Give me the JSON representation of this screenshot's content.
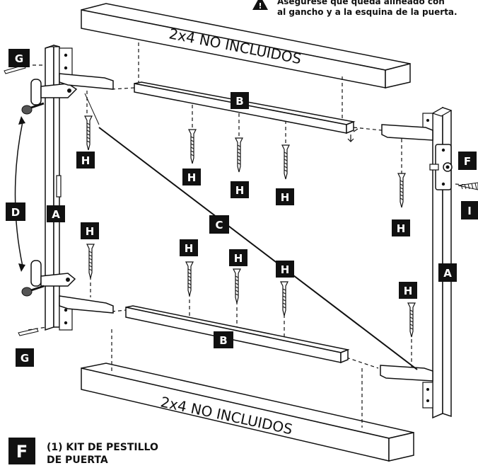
{
  "warning": {
    "line1": "Asegúrese que queda alineado con",
    "line2": "al gancho y a la esquina de la puerta."
  },
  "boards": {
    "top_text": "2x4 NO INCLUIDOS",
    "bottom_text": "2x4 NO INCLUIDOS"
  },
  "labels": {
    "A": "A",
    "B": "B",
    "C": "C",
    "D": "D",
    "F": "F",
    "G": "G",
    "H": "H",
    "I": "I"
  },
  "legend": {
    "letter": "F",
    "line1": "(1) KIT DE PESTILLO",
    "line2": "DE PUERTA"
  }
}
